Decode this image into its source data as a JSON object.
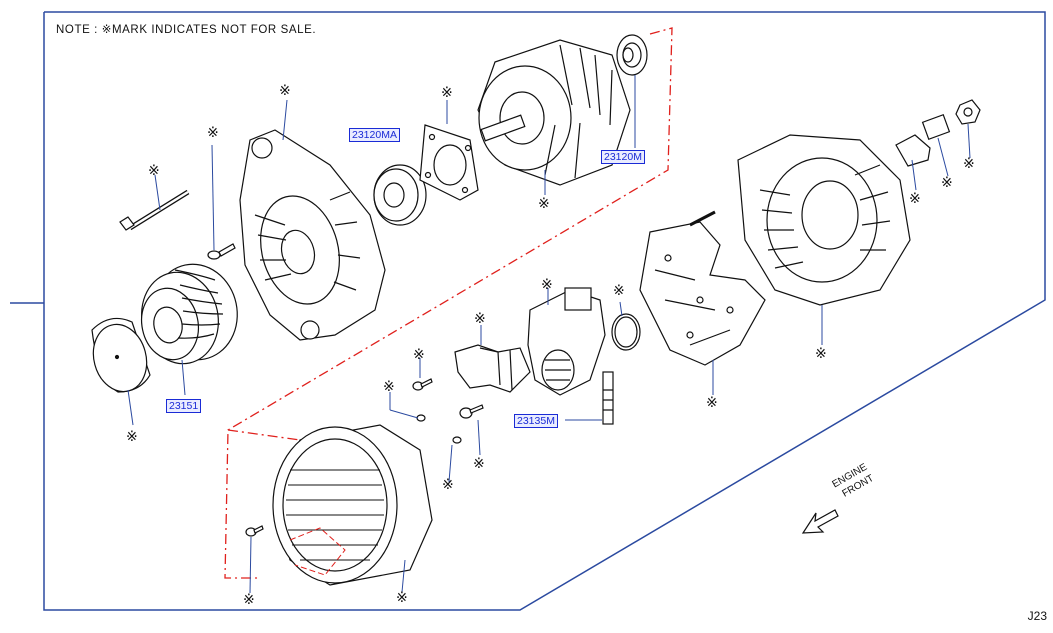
{
  "note": "NOTE : ※MARK  INDICATES  NOT  FOR  SALE.",
  "page_code": "J23",
  "engine_front": [
    "ENGINE",
    "FRONT"
  ],
  "mark_symbol": "※",
  "part_labels": {
    "p23120MA": "23120MA",
    "p23120M": "23120M",
    "p23151": "23151",
    "p23135M": "23135M"
  },
  "colors": {
    "line": "#2b4aa0",
    "label_text": "#1a2bd6",
    "label_bg": "#e9ecff",
    "dash_red": "#e0201c"
  }
}
